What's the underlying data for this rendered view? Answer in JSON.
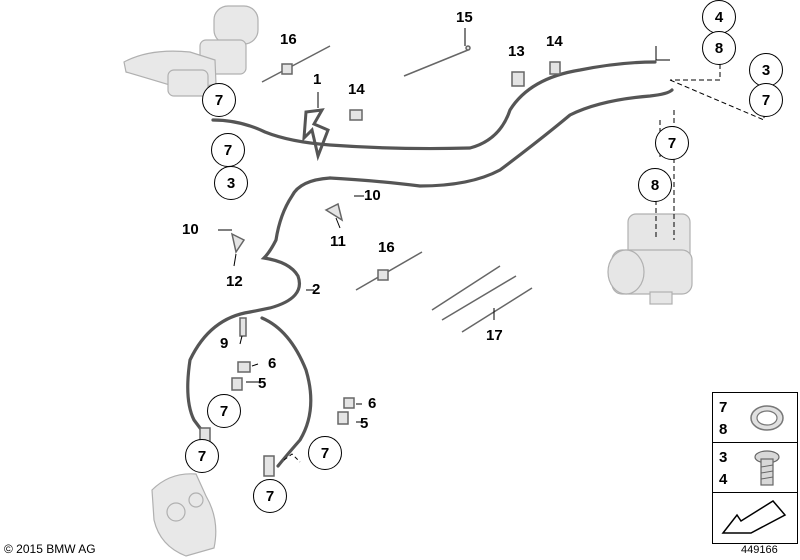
{
  "callouts": {
    "p1": "1",
    "p2": "2",
    "p3a": "3",
    "p3b": "3",
    "p4": "4",
    "p5a": "5",
    "p5b": "5",
    "p6a": "6",
    "p6b": "6",
    "p7a": "7",
    "p7b": "7",
    "p7c": "7",
    "p7d": "7",
    "p7e": "7",
    "p7f": "7",
    "p7g": "7",
    "p7h": "7",
    "p8a": "8",
    "p8b": "8",
    "p9": "9",
    "p10a": "10",
    "p10b": "10",
    "p11": "11",
    "p12": "12",
    "p13": "13",
    "p14a": "14",
    "p14b": "14",
    "p15": "15",
    "p16a": "16",
    "p16b": "16",
    "p17": "17"
  },
  "legend": {
    "row1_top": "7",
    "row1_bottom": "8",
    "row2_top": "3",
    "row2_bottom": "4"
  },
  "footer": {
    "copyright": "© 2015 BMW AG",
    "doc_number": "449166"
  }
}
